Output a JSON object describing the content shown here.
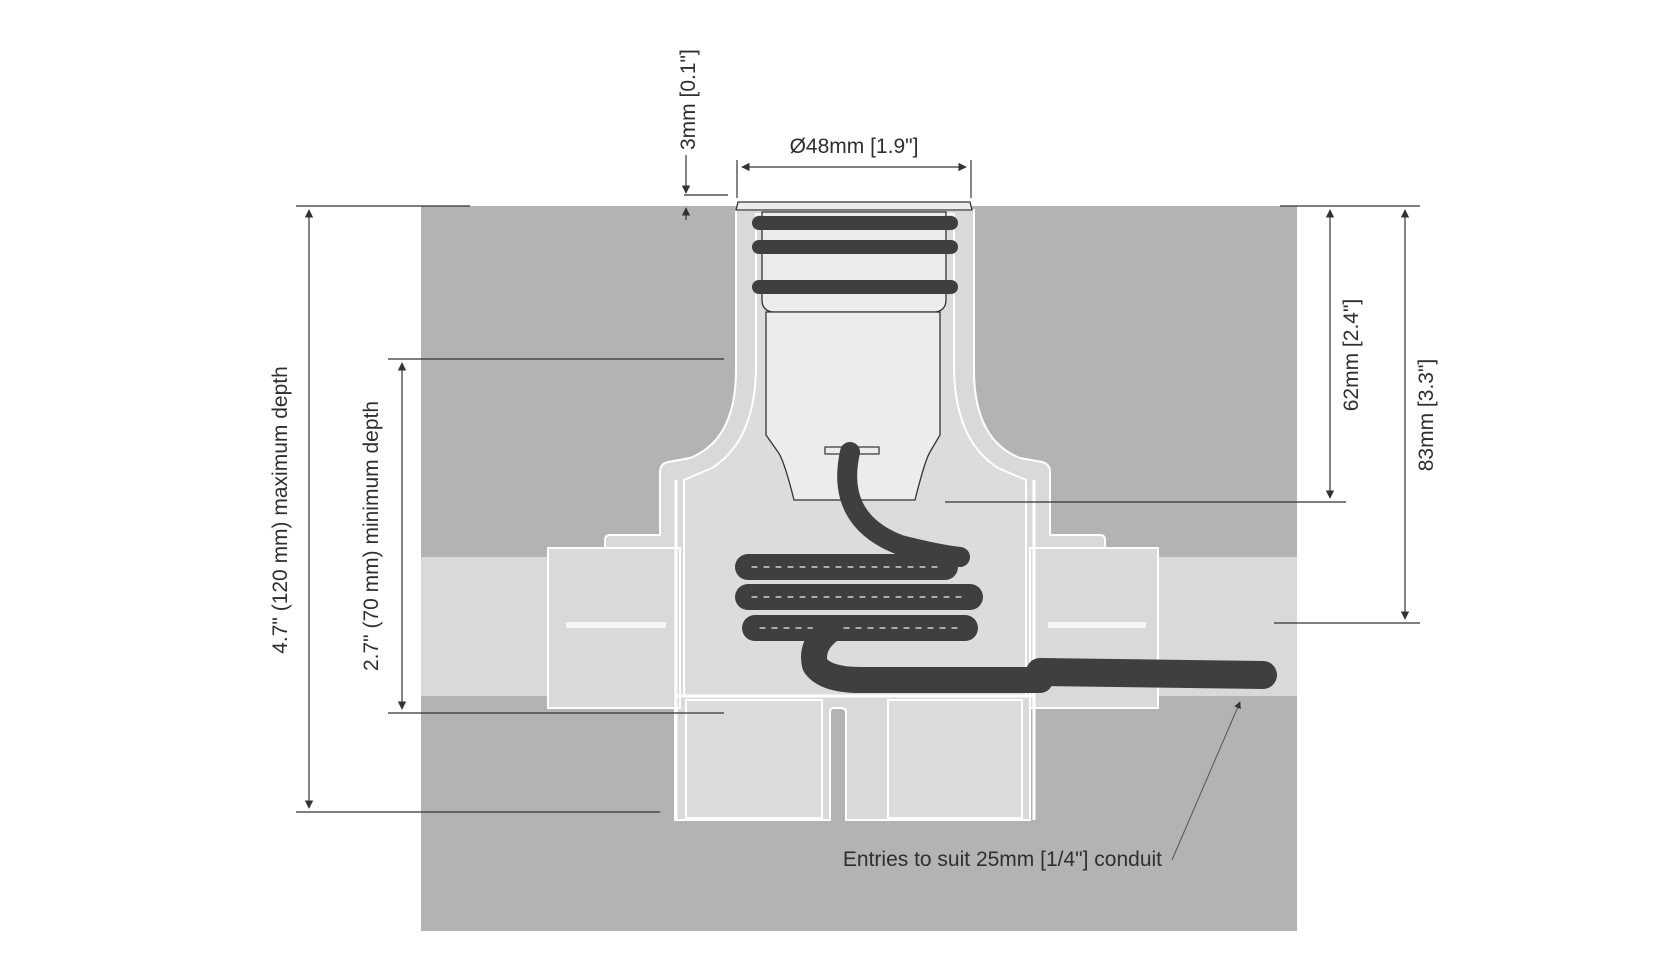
{
  "labels": {
    "diameter": "Ø48mm [1.9\"]",
    "bezel": "3mm [0.1\"]",
    "depth_62": "62mm [2.4\"]",
    "depth_83": "83mm [3.3\"]",
    "max_depth": "4.7\" (120 mm) maximum depth",
    "min_depth": "2.7\" (70 mm) minimum depth",
    "conduit": "Entries to suit 25mm [1/4\"] conduit"
  },
  "colors": {
    "ground": "#b3b3b4",
    "conduit_layer": "#d9d9d9",
    "housing": "#d9d9d9",
    "fixture": "#ececec",
    "ring": "#3f3f3f",
    "cable": "#3f3f3f"
  }
}
